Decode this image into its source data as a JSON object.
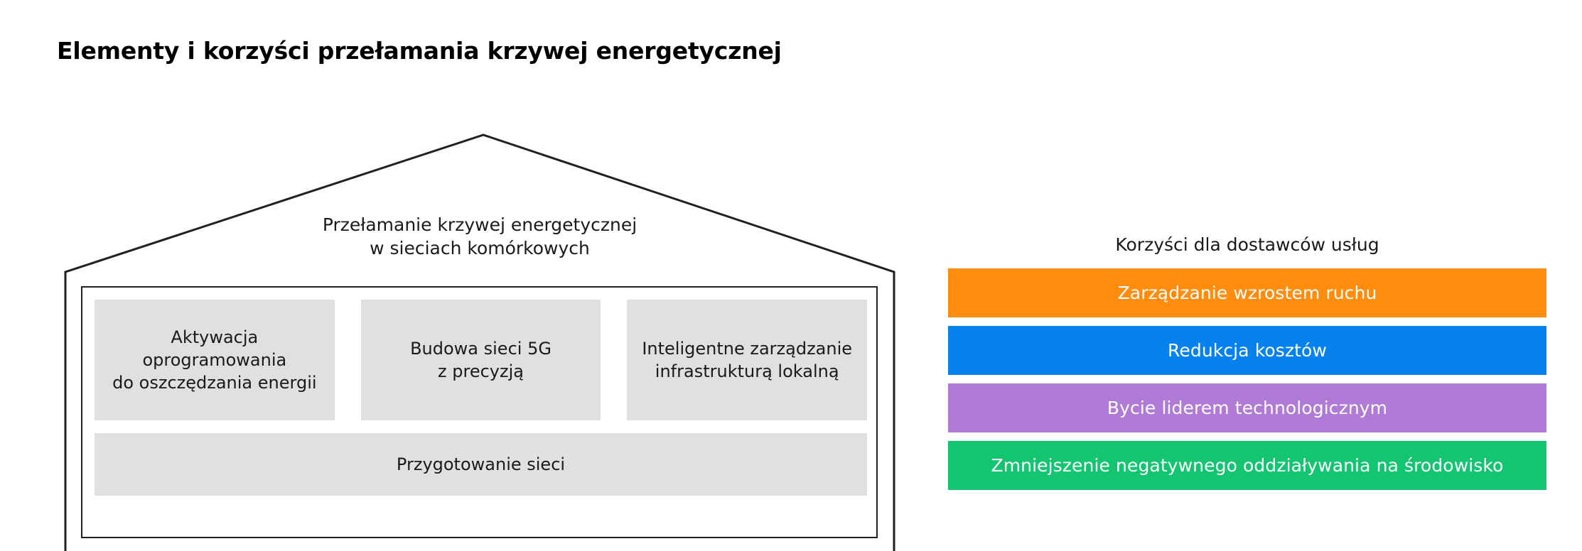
{
  "title": "Elementy i korzyści przełamania krzywej energetycznej",
  "house": {
    "roof_label_line1": "Przełamanie krzywej energetycznej",
    "roof_label_line2": "w sieciach komórkowych",
    "pillars": [
      {
        "line1": "Aktywacja",
        "line2": "oprogramowania",
        "line3": "do oszczędzania energii"
      },
      {
        "line1": "Budowa sieci 5G",
        "line2": "z precyzją",
        "line3": ""
      },
      {
        "line1": "Inteligentne zarządzanie",
        "line2": "infrastrukturą lokalną",
        "line3": ""
      }
    ],
    "foundation_label": "Przygotowanie sieci",
    "box_fill": "#e0e0e0",
    "outline_color": "#212121"
  },
  "benefits": {
    "title": "Korzyści dla dostawców usług",
    "bars": [
      {
        "label": "Zarządzanie wzrostem ruchu",
        "color": "#FF8C0C"
      },
      {
        "label": "Redukcja kosztów",
        "color": "#0682EE"
      },
      {
        "label": "Bycie liderem technologicznym",
        "color": "#AF7BD6"
      },
      {
        "label": "Zmniejszenie negatywnego oddziaływania na środowisko",
        "color": "#13C471"
      }
    ]
  }
}
